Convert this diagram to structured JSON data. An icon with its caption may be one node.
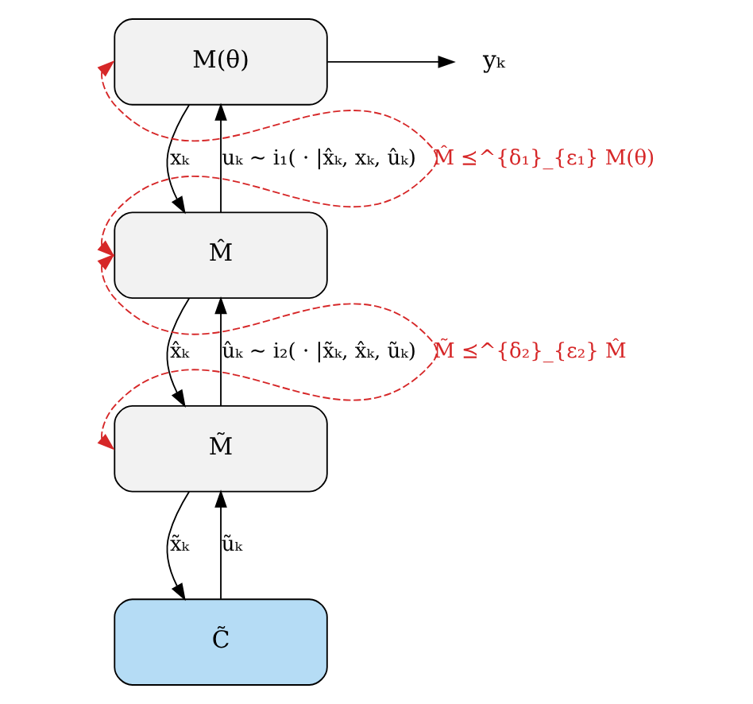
{
  "diagram": {
    "nodes": [
      {
        "text": [
          "M(θ)"
        ]
      },
      {
        "text": [
          "M̂"
        ]
      },
      {
        "text": [
          "M̃"
        ]
      },
      {
        "text": [
          "C̃"
        ]
      },
      {
        "text": [
          "yₖ"
        ]
      }
    ],
    "edges": [
      {
        "from": 0,
        "to": 4,
        "arrow": "to"
      },
      {
        "from": 0,
        "to": 1,
        "arrow": "to",
        "label": "xₖ"
      },
      {
        "from": 1,
        "to": 0,
        "arrow": "to",
        "label": "uₖ ∼ i₁( · |x̂ₖ, xₖ, ûₖ)"
      },
      {
        "from": 1,
        "to": 2,
        "arrow": "to",
        "label": "x̂ₖ"
      },
      {
        "from": 2,
        "to": 1,
        "arrow": "to",
        "label": "ûₖ ∼ i₂( · |x̃ₖ, x̂ₖ, ũₖ)"
      },
      {
        "from": 2,
        "to": 3,
        "arrow": "to",
        "label": "x̃ₖ"
      },
      {
        "from": 3,
        "to": 2,
        "arrow": "to",
        "label": "ũₖ"
      },
      {
        "from": 1,
        "to": 0,
        "arrow": "both",
        "style": "dashed",
        "color": "#d62728",
        "label": "M̂ ⪯^{δ₁}_{ε₁} M(θ)"
      },
      {
        "from": 2,
        "to": 1,
        "arrow": "both",
        "style": "dashed",
        "color": "#d62728",
        "label": "M̃ ⪯^{δ₂}_{ε₂} M̂"
      }
    ]
  }
}
